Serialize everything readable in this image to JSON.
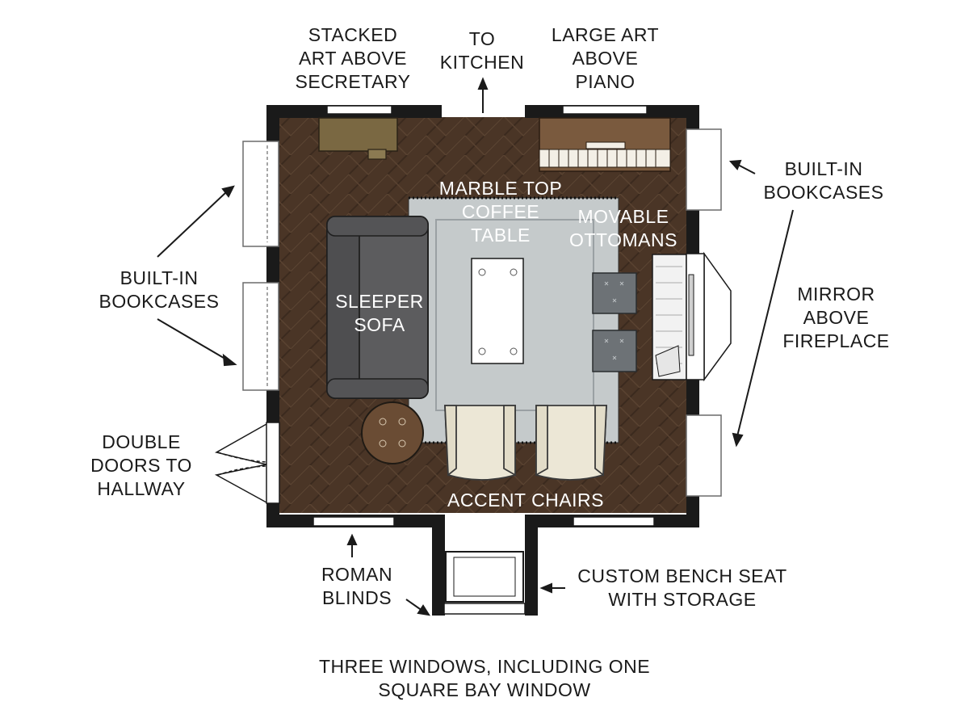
{
  "labels": {
    "stacked_art": [
      "STACKED",
      "ART ABOVE",
      "SECRETARY"
    ],
    "to_kitchen": [
      "TO",
      "KITCHEN"
    ],
    "large_art": [
      "LARGE ART",
      "ABOVE",
      "PIANO"
    ],
    "builtin_left": [
      "BUILT-IN",
      "BOOKCASES"
    ],
    "builtin_right": [
      "BUILT-IN",
      "BOOKCASES"
    ],
    "mirror": [
      "MIRROR",
      "ABOVE",
      "FIREPLACE"
    ],
    "double_doors": [
      "DOUBLE",
      "DOORS TO",
      "HALLWAY"
    ],
    "roman_blinds": [
      "ROMAN",
      "BLINDS"
    ],
    "bench_seat": [
      "CUSTOM BENCH SEAT",
      "WITH STORAGE"
    ],
    "footer": [
      "THREE WINDOWS, INCLUDING ONE",
      "SQUARE BAY WINDOW"
    ]
  },
  "room_labels": {
    "coffee_table": [
      "MARBLE TOP",
      "COFFEE",
      "TABLE"
    ],
    "ottomans": [
      "MOVABLE",
      "OTTOMANS"
    ],
    "sofa": [
      "SLEEPER",
      "SOFA"
    ],
    "chairs": [
      "ACCENT CHAIRS"
    ]
  },
  "colors": {
    "wall": "#1a1a1a",
    "floor": "#4a3526",
    "rug": "#c5cacb",
    "sofa": "#5c5c5e",
    "ottoman": "#6d7276",
    "chair": "#ece7d6",
    "piano": "#7a5a3e",
    "secretary": "#7a6842",
    "side_table": "#6a4c34",
    "fireplace": "#f2f2f2"
  }
}
